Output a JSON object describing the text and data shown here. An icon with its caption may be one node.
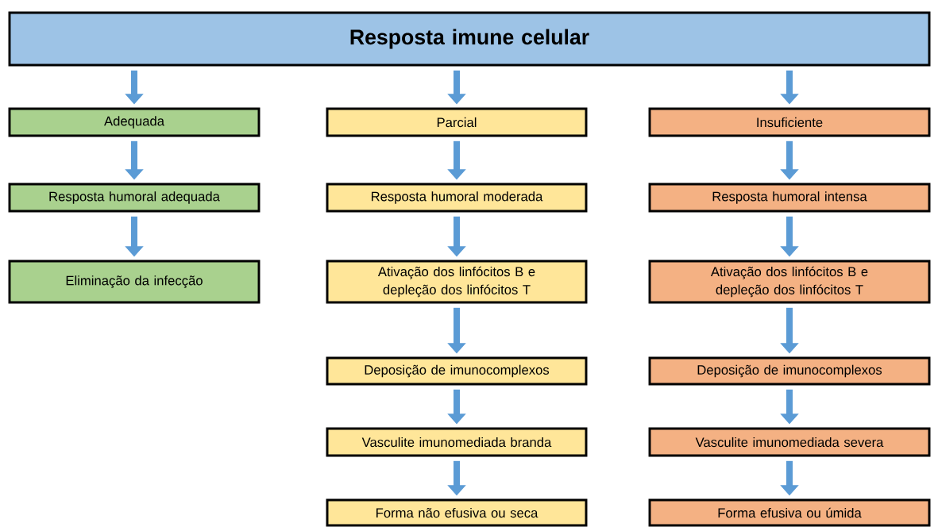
{
  "diagram": {
    "nodes": [
      {
        "text": [
          "Resposta imune celular"
        ]
      },
      {
        "text": [
          "Adequada"
        ]
      },
      {
        "text": [
          "Parcial"
        ]
      },
      {
        "text": [
          "Insuficiente"
        ]
      },
      {
        "text": [
          "Resposta humoral adequada"
        ]
      },
      {
        "text": [
          "Resposta humoral moderada"
        ]
      },
      {
        "text": [
          "Resposta humoral intensa"
        ]
      },
      {
        "text": [
          "Eliminação da infecção"
        ]
      },
      {
        "text": [
          "Ativação dos linfócitos B e depleção dos linfócitos T"
        ]
      },
      {
        "text": [
          "Ativação dos linfócitos B e depleção dos linfócitos T"
        ]
      },
      {
        "text": [
          "Deposição de imunocomplexos"
        ]
      },
      {
        "text": [
          "Deposição de imunocomplexos"
        ]
      },
      {
        "text": [
          "Vasculite imunomediada branda"
        ]
      },
      {
        "text": [
          "Vasculite imunomediada severa"
        ]
      },
      {
        "text": [
          "Forma não efusiva ou seca"
        ]
      },
      {
        "text": [
          "Forma efusiva ou úmida"
        ]
      }
    ],
    "edges": [
      {
        "from": 0,
        "to": 1,
        "arrow": "to"
      },
      {
        "from": 0,
        "to": 2,
        "arrow": "to"
      },
      {
        "from": 0,
        "to": 3,
        "arrow": "to"
      },
      {
        "from": 1,
        "to": 4,
        "arrow": "to"
      },
      {
        "from": 2,
        "to": 5,
        "arrow": "to"
      },
      {
        "from": 3,
        "to": 6,
        "arrow": "to"
      },
      {
        "from": 4,
        "to": 7,
        "arrow": "to"
      },
      {
        "from": 5,
        "to": 8,
        "arrow": "to"
      },
      {
        "from": 6,
        "to": 9,
        "arrow": "to"
      },
      {
        "from": 8,
        "to": 10,
        "arrow": "to"
      },
      {
        "from": 9,
        "to": 11,
        "arrow": "to"
      },
      {
        "from": 10,
        "to": 12,
        "arrow": "to"
      },
      {
        "from": 11,
        "to": 13,
        "arrow": "to"
      },
      {
        "from": 12,
        "to": 14,
        "arrow": "to"
      },
      {
        "from": 13,
        "to": 15,
        "arrow": "to"
      }
    ]
  }
}
